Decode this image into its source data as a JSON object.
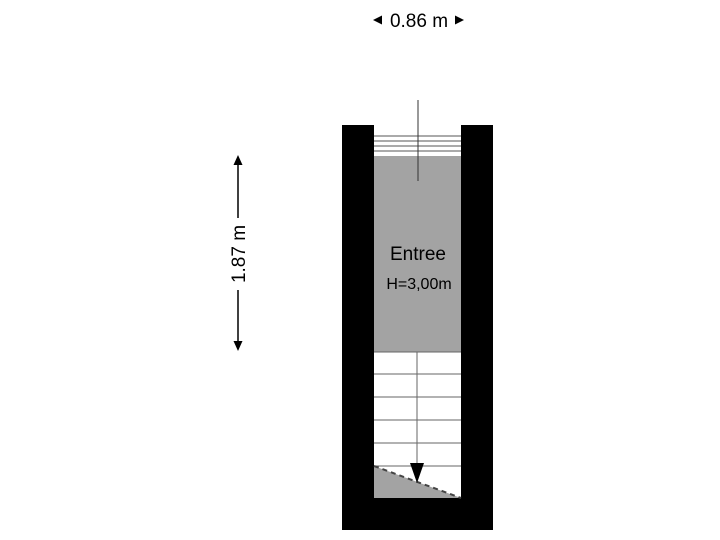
{
  "floorplan": {
    "width_dimension": "0.86 m",
    "depth_dimension": "1.87 m",
    "room": {
      "name": "Entree",
      "height": "H=3,00m"
    }
  },
  "colors": {
    "wall": "#000000",
    "room_fill": "#a3a3a3",
    "stair_fill": "#ffffff",
    "line": "#555555"
  }
}
